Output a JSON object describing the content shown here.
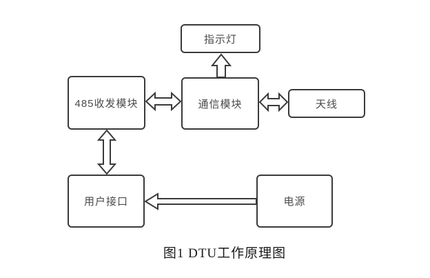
{
  "figure": {
    "caption": "图1 DTU工作原理图"
  },
  "diagram": {
    "nodes": [
      {
        "id": "indicator",
        "label": "指示灯"
      },
      {
        "id": "rs485",
        "label": "485收发模块"
      },
      {
        "id": "comm",
        "label": "通信模块"
      },
      {
        "id": "antenna",
        "label": "天线"
      },
      {
        "id": "user",
        "label": "用户接口"
      },
      {
        "id": "power",
        "label": "电源"
      }
    ],
    "edges": [
      {
        "from": "通信模块",
        "to": "指示灯",
        "style": "single-arrow",
        "direction": "up"
      },
      {
        "from": "485收发模块",
        "to": "通信模块",
        "style": "double-arrow",
        "direction": "horizontal"
      },
      {
        "from": "通信模块",
        "to": "天线",
        "style": "double-arrow",
        "direction": "horizontal"
      },
      {
        "from": "485收发模块",
        "to": "用户接口",
        "style": "double-arrow",
        "direction": "vertical"
      },
      {
        "from": "电源",
        "to": "用户接口",
        "style": "single-arrow",
        "direction": "left"
      }
    ],
    "colors": {
      "line": "#3a3a3a",
      "box_text": "#4a4a4a",
      "caption_text": "#1a1a1a",
      "background": "#ffffff"
    }
  }
}
